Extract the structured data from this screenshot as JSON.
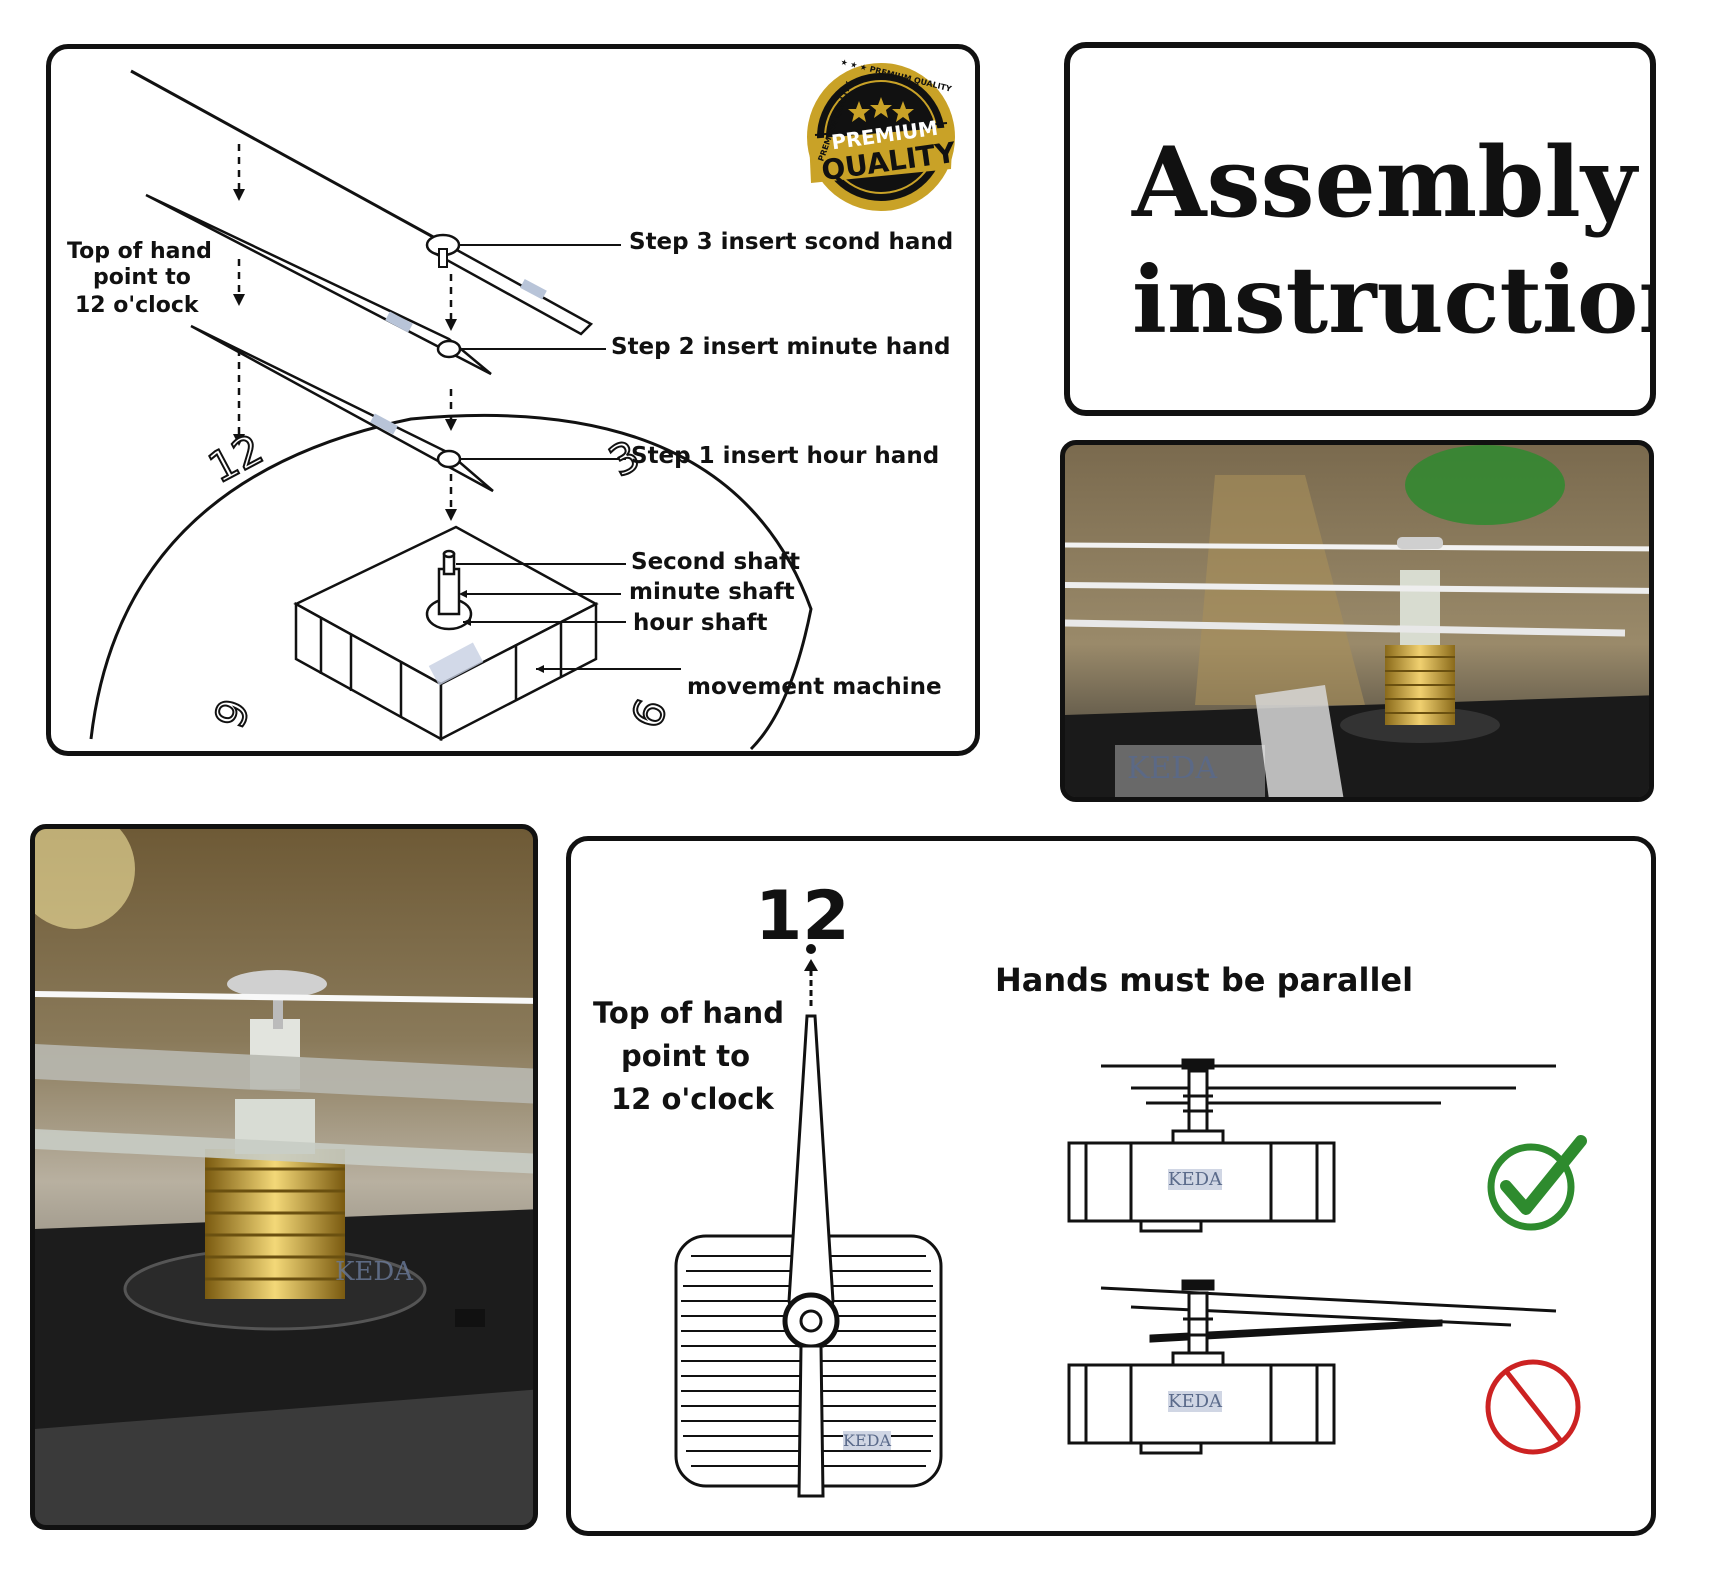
{
  "diagram": {
    "badge": {
      "arc_top": "★ ★ ★ PREMIUM QUALITY",
      "arc_left": "PREMIUM QUALITY",
      "main_1": "PREMIUM",
      "main_2": "QUALITY",
      "colors": {
        "gold": "#c9a227",
        "dark": "#111111"
      }
    },
    "top_of_hand": {
      "line1": "Top of hand",
      "line2": "point to",
      "line3": "12 o'clock"
    },
    "steps": {
      "step3": "Step 3  insert scond hand",
      "step2": "Step 2  insert minute hand",
      "step1": "Step 1  insert hour hand"
    },
    "shafts": {
      "second": "Second shaft",
      "minute": "minute shaft",
      "hour": "hour shaft",
      "movement": "movement machine"
    },
    "dial_numbers": {
      "n12": "12",
      "n3": "3",
      "n9": "9",
      "n6": "6"
    }
  },
  "title": {
    "line1": "Assembly",
    "line2": "instructions"
  },
  "parallel": {
    "number_12": "12",
    "top_of_hand": {
      "line1": "Top of hand",
      "line2": "point to",
      "line3": "12 o'clock"
    },
    "heading": "Hands must be parallel",
    "ok_icon_color": "#2e8b2e",
    "no_icon_color": "#cc2222"
  },
  "brand_watermark": "KEDA"
}
